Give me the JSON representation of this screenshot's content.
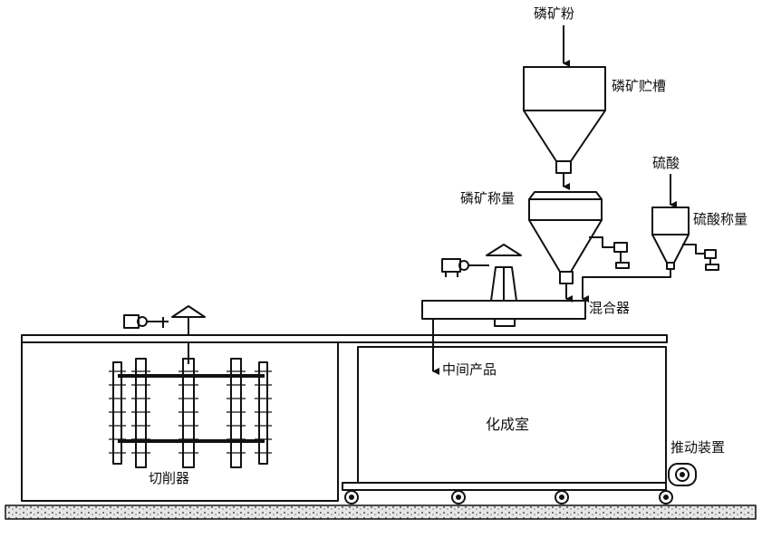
{
  "labels": {
    "phosphate_powder": "磷矿粉",
    "phosphate_storage_tank": "磷矿贮槽",
    "sulfuric_acid": "硫酸",
    "phosphate_weighing": "磷矿称量",
    "sulfuric_acid_weighing": "硫酸称量",
    "mixer": "混合器",
    "intermediate_product": "中间产品",
    "curing_chamber": "化成室",
    "pushing_device": "推动装置",
    "cutter": "切削器"
  },
  "colors": {
    "line": "#111111",
    "ground": "#cfcfcf"
  }
}
